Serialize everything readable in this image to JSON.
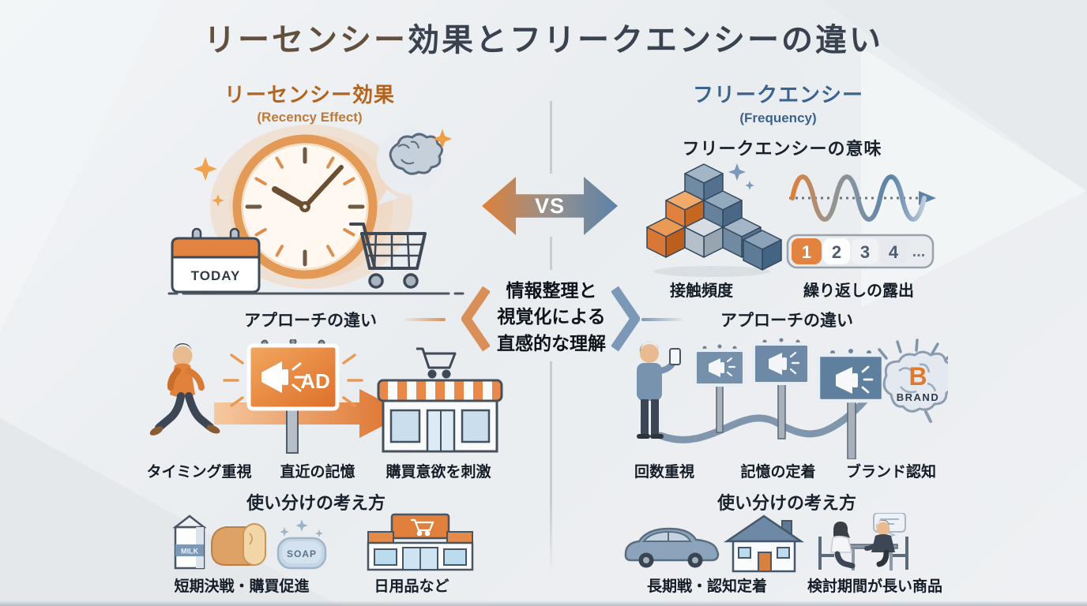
{
  "title": {
    "part1": "リーセンシー",
    "part2": "効果とフリークエンシーの違い"
  },
  "colors": {
    "accent_orange": "#DF8038",
    "accent_blue": "#5B82A8",
    "header_orange": "#B2641F",
    "header_blue": "#3A648D",
    "text_dark": "#18222D",
    "background": "#EDEFF2"
  },
  "center": {
    "vs_label": "VS",
    "note_line1": "情報整理と",
    "note_line2": "視覚化による",
    "note_line3": "直感的な理解"
  },
  "recency": {
    "header": "リーセンシー効果",
    "subheader": "(Recency Effect)",
    "calendar_text": "TODAY",
    "ad_text": "AD",
    "milk_text": "MILK",
    "soap_text": "SOAP",
    "approach_heading": "アプローチの違い",
    "approach_labels": {
      "timing": "タイミング重視",
      "memory": "直近の記憶",
      "purchase": "購買意欲を刺激"
    },
    "usage_heading": "使い分けの考え方",
    "usage_labels": {
      "short_term": "短期決戦・購買促進",
      "daily_goods": "日用品など"
    }
  },
  "frequency": {
    "header": "フリークエンシー",
    "subheader": "(Frequency)",
    "meaning_heading": "フリークエンシーの意味",
    "cube_label": "接触頻度",
    "wave_label": "繰り返しの露出",
    "counter": {
      "n1": "1",
      "n2": "2",
      "n3": "3",
      "n4": "4",
      "more": "..."
    },
    "brand_initial": "B",
    "brand_text": "BRAND",
    "approach_heading": "アプローチの違い",
    "approach_labels": {
      "count": "回数重視",
      "retention": "記憶の定着",
      "brand": "ブランド認知"
    },
    "usage_heading": "使い分けの考え方",
    "usage_labels": {
      "long_term": "長期戦・認知定着",
      "long_consideration": "検討期間が長い商品"
    }
  }
}
